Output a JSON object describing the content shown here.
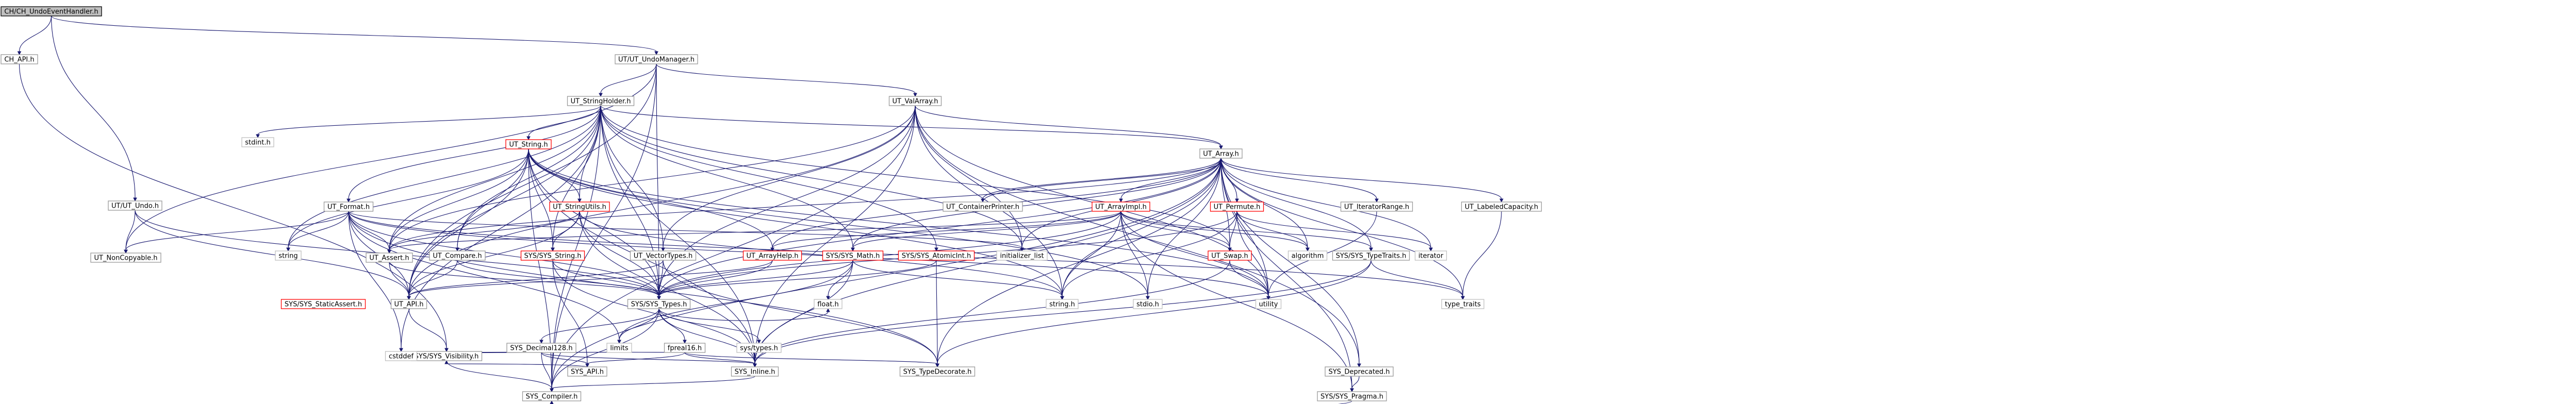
{
  "nodes": [
    {
      "id": "root",
      "label": "CH/CH_UndoEventHandler.h",
      "kind": "root"
    },
    {
      "id": "ch_api",
      "label": "CH_API.h",
      "kind": "normal"
    },
    {
      "id": "ut_undomanager",
      "label": "UT/UT_UndoManager.h",
      "kind": "normal"
    },
    {
      "id": "ut_undo",
      "label": "UT/UT_Undo.h",
      "kind": "normal"
    },
    {
      "id": "ut_stringholder",
      "label": "UT_StringHolder.h",
      "kind": "normal"
    },
    {
      "id": "ut_valarray",
      "label": "UT_ValArray.h",
      "kind": "normal"
    },
    {
      "id": "ut_noncopyable",
      "label": "UT_NonCopyable.h",
      "kind": "normal"
    },
    {
      "id": "ut_api",
      "label": "UT_API.h",
      "kind": "normal"
    },
    {
      "id": "sys_visibility",
      "label": "SYS/SYS_Visibility.h",
      "kind": "normal"
    },
    {
      "id": "sys_compiler",
      "label": "SYS_Compiler.h",
      "kind": "normal"
    },
    {
      "id": "stdint",
      "label": "stdint.h",
      "kind": "plain"
    },
    {
      "id": "ut_string",
      "label": "UT_String.h",
      "kind": "red"
    },
    {
      "id": "ut_format",
      "label": "UT_Format.h",
      "kind": "normal"
    },
    {
      "id": "string_std",
      "label": "string",
      "kind": "plain"
    },
    {
      "id": "ut_assert",
      "label": "UT_Assert.h",
      "kind": "normal"
    },
    {
      "id": "sys_staticassert",
      "label": "SYS/SYS_StaticAssert.h",
      "kind": "red"
    },
    {
      "id": "cstddef",
      "label": "cstddef",
      "kind": "plain"
    },
    {
      "id": "ut_compare",
      "label": "UT_Compare.h",
      "kind": "normal"
    },
    {
      "id": "ut_stringutils",
      "label": "UT_StringUtils.h",
      "kind": "red"
    },
    {
      "id": "sys_string",
      "label": "SYS/SYS_String.h",
      "kind": "red"
    },
    {
      "id": "ut_vectortypes",
      "label": "UT_VectorTypes.h",
      "kind": "normal"
    },
    {
      "id": "sys_types",
      "label": "SYS/SYS_Types.h",
      "kind": "normal"
    },
    {
      "id": "sys_decimal128",
      "label": "SYS_Decimal128.h",
      "kind": "normal"
    },
    {
      "id": "limits",
      "label": "limits",
      "kind": "plain"
    },
    {
      "id": "fpreal16",
      "label": "fpreal16.h",
      "kind": "normal"
    },
    {
      "id": "sys_api",
      "label": "SYS_API.h",
      "kind": "normal"
    },
    {
      "id": "sys_types_sub",
      "label": "sys/types.h",
      "kind": "plain"
    },
    {
      "id": "float_h",
      "label": "float.h",
      "kind": "plain"
    },
    {
      "id": "sys_inline",
      "label": "SYS_Inline.h",
      "kind": "normal"
    },
    {
      "id": "sys_typedecorate",
      "label": "SYS_TypeDecorate.h",
      "kind": "normal"
    },
    {
      "id": "ut_arrayhelp",
      "label": "UT_ArrayHelp.h",
      "kind": "red"
    },
    {
      "id": "sys_math",
      "label": "SYS/SYS_Math.h",
      "kind": "red"
    },
    {
      "id": "sys_atomicint",
      "label": "SYS/SYS_AtomicInt.h",
      "kind": "red"
    },
    {
      "id": "initializer_list",
      "label": "initializer_list",
      "kind": "plain"
    },
    {
      "id": "ut_containerprinter",
      "label": "UT_ContainerPrinter.h",
      "kind": "normal"
    },
    {
      "id": "ut_array",
      "label": "UT_Array.h",
      "kind": "normal"
    },
    {
      "id": "ut_arrayimpl",
      "label": "UT_ArrayImpl.h",
      "kind": "red"
    },
    {
      "id": "ut_permute",
      "label": "UT_Permute.h",
      "kind": "red"
    },
    {
      "id": "ut_swap",
      "label": "UT_Swap.h",
      "kind": "red"
    },
    {
      "id": "string_h",
      "label": "string.h",
      "kind": "plain"
    },
    {
      "id": "stdio_h",
      "label": "stdio.h",
      "kind": "plain"
    },
    {
      "id": "algorithm",
      "label": "algorithm",
      "kind": "plain"
    },
    {
      "id": "utility",
      "label": "utility",
      "kind": "plain"
    },
    {
      "id": "ut_iteratorrange",
      "label": "UT_IteratorRange.h",
      "kind": "normal"
    },
    {
      "id": "ut_labeledcapacity",
      "label": "UT_LabeledCapacity.h",
      "kind": "normal"
    },
    {
      "id": "iterator",
      "label": "iterator",
      "kind": "plain"
    },
    {
      "id": "sys_typetraits",
      "label": "SYS/SYS_TypeTraits.h",
      "kind": "normal"
    },
    {
      "id": "type_traits",
      "label": "type_traits",
      "kind": "plain"
    },
    {
      "id": "sys_deprecated",
      "label": "SYS_Deprecated.h",
      "kind": "normal"
    },
    {
      "id": "sys_pragma",
      "label": "SYS/SYS_Pragma.h",
      "kind": "normal"
    }
  ],
  "edges": [
    [
      "root",
      "ch_api"
    ],
    [
      "root",
      "ut_undomanager"
    ],
    [
      "root",
      "ut_undo"
    ],
    [
      "ch_api",
      "sys_visibility"
    ],
    [
      "ut_undomanager",
      "ut_stringholder"
    ],
    [
      "ut_undomanager",
      "ut_valarray"
    ],
    [
      "ut_undomanager",
      "ut_noncopyable"
    ],
    [
      "ut_undomanager",
      "ut_api"
    ],
    [
      "ut_undomanager",
      "sys_types"
    ],
    [
      "ut_undomanager",
      "sys_compiler"
    ],
    [
      "ut_undo",
      "ut_noncopyable"
    ],
    [
      "ut_undo",
      "ut_api"
    ],
    [
      "ut_undo",
      "sys_types"
    ],
    [
      "ut_stringholder",
      "stdint"
    ],
    [
      "ut_stringholder",
      "ut_string"
    ],
    [
      "ut_stringholder",
      "ut_format"
    ],
    [
      "ut_stringholder",
      "ut_assert"
    ],
    [
      "ut_stringholder",
      "ut_compare"
    ],
    [
      "ut_stringholder",
      "ut_stringutils"
    ],
    [
      "ut_stringholder",
      "sys_string"
    ],
    [
      "ut_stringholder",
      "ut_vectortypes"
    ],
    [
      "ut_stringholder",
      "sys_types"
    ],
    [
      "ut_stringholder",
      "ut_api"
    ],
    [
      "ut_stringholder",
      "sys_atomicint"
    ],
    [
      "ut_stringholder",
      "sys_compiler"
    ],
    [
      "ut_stringholder",
      "string_std"
    ],
    [
      "ut_stringholder",
      "ut_array"
    ],
    [
      "ut_stringholder",
      "sys_math"
    ],
    [
      "ut_stringholder",
      "sys_inline"
    ],
    [
      "ut_stringholder",
      "ut_swap"
    ],
    [
      "ut_stringholder",
      "cstddef"
    ],
    [
      "ut_stringholder",
      "initializer_list"
    ],
    [
      "ut_valarray",
      "ut_array"
    ],
    [
      "ut_valarray",
      "ut_assert"
    ],
    [
      "ut_valarray",
      "ut_api"
    ],
    [
      "ut_valarray",
      "ut_vectortypes"
    ],
    [
      "ut_valarray",
      "sys_types"
    ],
    [
      "ut_valarray",
      "sys_compiler"
    ],
    [
      "ut_valarray",
      "sys_deprecated"
    ],
    [
      "ut_valarray",
      "sys_inline"
    ],
    [
      "ut_valarray",
      "string_h"
    ],
    [
      "ut_valarray",
      "initializer_list"
    ],
    [
      "ut_valarray",
      "utility"
    ],
    [
      "ut_string",
      "ut_api"
    ],
    [
      "ut_string",
      "ut_assert"
    ],
    [
      "ut_string",
      "ut_stringutils"
    ],
    [
      "ut_string",
      "sys_types"
    ],
    [
      "ut_string",
      "sys_string"
    ],
    [
      "ut_string",
      "string_std"
    ],
    [
      "ut_string",
      "ut_arrayhelp"
    ],
    [
      "ut_string",
      "sys_inline"
    ],
    [
      "ut_string",
      "stdio_h"
    ],
    [
      "ut_string",
      "string_h"
    ],
    [
      "ut_string",
      "sys_compiler"
    ],
    [
      "ut_string",
      "ut_compare"
    ],
    [
      "ut_string",
      "utility"
    ],
    [
      "ut_format",
      "ut_api"
    ],
    [
      "ut_format",
      "ut_assert"
    ],
    [
      "ut_format",
      "ut_noncopyable"
    ],
    [
      "ut_format",
      "sys_types"
    ],
    [
      "ut_format",
      "string_std"
    ],
    [
      "ut_format",
      "cstddef"
    ],
    [
      "ut_format",
      "limits"
    ],
    [
      "ut_format",
      "type_traits"
    ],
    [
      "ut_format",
      "sys_typedecorate"
    ],
    [
      "ut_format",
      "initializer_list"
    ],
    [
      "ut_format",
      "utility"
    ],
    [
      "ut_assert",
      "ut_api"
    ],
    [
      "ut_assert",
      "sys_types"
    ],
    [
      "ut_api",
      "sys_visibility"
    ],
    [
      "sys_visibility",
      "sys_compiler"
    ],
    [
      "ut_compare",
      "ut_api"
    ],
    [
      "ut_compare",
      "sys_types"
    ],
    [
      "ut_stringutils",
      "ut_api"
    ],
    [
      "ut_stringutils",
      "ut_assert"
    ],
    [
      "ut_stringutils",
      "sys_types"
    ],
    [
      "ut_stringutils",
      "sys_inline"
    ],
    [
      "ut_stringutils",
      "sys_string"
    ],
    [
      "ut_stringutils",
      "string_h"
    ],
    [
      "sys_string",
      "sys_types"
    ],
    [
      "sys_string",
      "sys_api"
    ],
    [
      "sys_string",
      "sys_inline"
    ],
    [
      "ut_vectortypes",
      "sys_types"
    ],
    [
      "ut_vectortypes",
      "sys_typedecorate"
    ],
    [
      "ut_vectortypes",
      "ut_api"
    ],
    [
      "sys_types",
      "sys_decimal128"
    ],
    [
      "sys_types",
      "limits"
    ],
    [
      "sys_types",
      "fpreal16"
    ],
    [
      "sys_types",
      "sys_types_sub"
    ],
    [
      "sys_types",
      "float_h"
    ],
    [
      "sys_types",
      "sys_inline"
    ],
    [
      "sys_types",
      "sys_compiler"
    ],
    [
      "sys_decimal128",
      "sys_api"
    ],
    [
      "sys_decimal128",
      "sys_compiler"
    ],
    [
      "sys_decimal128",
      "sys_inline"
    ],
    [
      "sys_decimal128",
      "cstddef"
    ],
    [
      "fpreal16",
      "sys_api"
    ],
    [
      "fpreal16",
      "sys_inline"
    ],
    [
      "fpreal16",
      "sys_typedecorate"
    ],
    [
      "fpreal16",
      "cstddef"
    ],
    [
      "sys_api",
      "sys_visibility"
    ],
    [
      "sys_inline",
      "sys_compiler"
    ],
    [
      "ut_arrayhelp",
      "sys_types"
    ],
    [
      "ut_arrayhelp",
      "ut_api"
    ],
    [
      "sys_math",
      "sys_types"
    ],
    [
      "sys_math",
      "sys_inline"
    ],
    [
      "sys_math",
      "float_h"
    ],
    [
      "sys_math",
      "limits"
    ],
    [
      "sys_math",
      "string_h"
    ],
    [
      "sys_atomicint",
      "sys_types"
    ],
    [
      "sys_atomicint",
      "sys_typedecorate"
    ],
    [
      "ut_array",
      "ut_arrayhelp"
    ],
    [
      "ut_array",
      "ut_assert"
    ],
    [
      "ut_array",
      "ut_containerprinter"
    ],
    [
      "ut_array",
      "ut_iteratorrange"
    ],
    [
      "ut_array",
      "ut_labeledcapacity"
    ],
    [
      "ut_array",
      "ut_permute"
    ],
    [
      "ut_array",
      "sys_compiler"
    ],
    [
      "ut_array",
      "sys_deprecated"
    ],
    [
      "ut_array",
      "sys_inline"
    ],
    [
      "ut_array",
      "sys_types"
    ],
    [
      "ut_array",
      "sys_typetraits"
    ],
    [
      "ut_array",
      "algorithm"
    ],
    [
      "ut_array",
      "initializer_list"
    ],
    [
      "ut_array",
      "iterator"
    ],
    [
      "ut_array",
      "type_traits"
    ],
    [
      "ut_array",
      "string_h"
    ],
    [
      "ut_array",
      "ut_arrayimpl"
    ],
    [
      "ut_array",
      "sys_typedecorate"
    ],
    [
      "ut_array",
      "utility"
    ],
    [
      "ut_array",
      "ut_swap"
    ],
    [
      "ut_array",
      "sys_math"
    ],
    [
      "ut_array",
      "stdio_h"
    ],
    [
      "ut_array",
      "sys_pragma"
    ],
    [
      "ut_containerprinter",
      "ut_array"
    ],
    [
      "ut_arrayimpl",
      "ut_arrayhelp"
    ],
    [
      "ut_arrayimpl",
      "ut_swap"
    ],
    [
      "ut_arrayimpl",
      "sys_math"
    ],
    [
      "ut_arrayimpl",
      "sys_types"
    ],
    [
      "ut_arrayimpl",
      "algorithm"
    ],
    [
      "ut_arrayimpl",
      "utility"
    ],
    [
      "ut_arrayimpl",
      "stdio_h"
    ],
    [
      "ut_arrayimpl",
      "string_h"
    ],
    [
      "ut_arrayimpl",
      "sys_pragma"
    ],
    [
      "ut_arrayimpl",
      "sys_typetraits"
    ],
    [
      "ut_arrayimpl",
      "ut_assert"
    ],
    [
      "ut_permute",
      "ut_swap"
    ],
    [
      "ut_permute",
      "algorithm"
    ],
    [
      "ut_permute",
      "sys_types"
    ],
    [
      "ut_permute",
      "utility"
    ],
    [
      "ut_permute",
      "iterator"
    ],
    [
      "ut_permute",
      "string_h"
    ],
    [
      "ut_swap",
      "sys_inline"
    ],
    [
      "ut_swap",
      "utility"
    ],
    [
      "ut_iteratorrange",
      "utility"
    ],
    [
      "sys_typetraits",
      "type_traits"
    ],
    [
      "sys_typetraits",
      "sys_typedecorate"
    ],
    [
      "sys_typetraits",
      "sys_inline"
    ],
    [
      "ut_labeledcapacity",
      "type_traits"
    ],
    [
      "sys_deprecated",
      "sys_pragma"
    ],
    [
      "sys_pragma",
      "sys_compiler"
    ]
  ]
}
